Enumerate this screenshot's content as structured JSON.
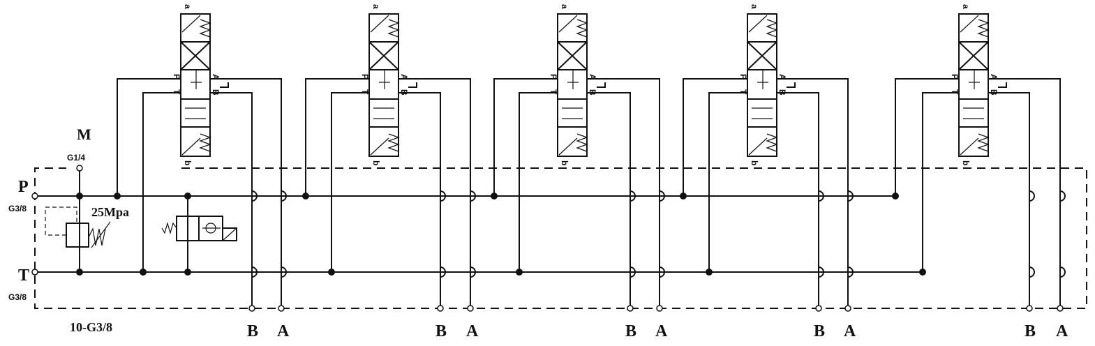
{
  "labels": {
    "p": "P",
    "p_thread": "G3/8",
    "t": "T",
    "t_thread": "G3/8",
    "m": "M",
    "m_thread": "G1/4",
    "relief_pressure": "25Mpa",
    "bottom_ports": "10-G3/8",
    "port_b": "B",
    "port_a": "A",
    "solenoid_a": "a",
    "solenoid_b": "b",
    "valve_p": "P",
    "valve_t": "T",
    "valve_a": "A",
    "valve_b": "B"
  },
  "sections": [
    {
      "b": "B",
      "a": "A",
      "sol_top": "a",
      "sol_bottom": "b",
      "vp": "P",
      "vt": "T",
      "va": "A",
      "vb": "B"
    },
    {
      "b": "B",
      "a": "A",
      "sol_top": "a",
      "sol_bottom": "b",
      "vp": "P",
      "vt": "T",
      "va": "A",
      "vb": "B"
    },
    {
      "b": "B",
      "a": "A",
      "sol_top": "a",
      "sol_bottom": "b",
      "vp": "P",
      "vt": "T",
      "va": "A",
      "vb": "B"
    },
    {
      "b": "B",
      "a": "A",
      "sol_top": "a",
      "sol_bottom": "b",
      "vp": "P",
      "vt": "T",
      "va": "A",
      "vb": "B"
    },
    {
      "b": "B",
      "a": "A",
      "sol_top": "a",
      "sol_bottom": "b",
      "vp": "P",
      "vt": "T",
      "va": "A",
      "vb": "B"
    }
  ]
}
